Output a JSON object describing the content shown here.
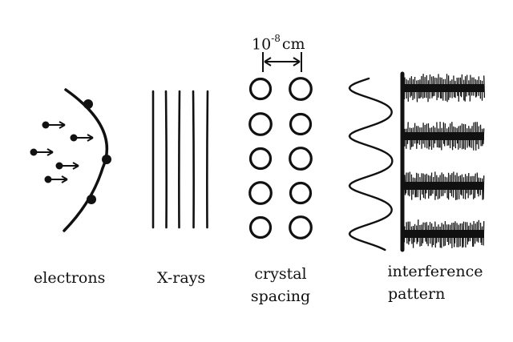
{
  "labels": {
    "electrons": "electrons",
    "xrays": "X-rays",
    "crystal_line1": "crystal",
    "crystal_line2": "spacing",
    "interference_line1": "interference",
    "interference_line2": "pattern",
    "spacing_base": "10",
    "spacing_exponent": "-8",
    "spacing_unit": "cm"
  },
  "colors": {
    "ink": "#111111",
    "background": "#ffffff"
  },
  "interference": {
    "bright_bands": 4
  }
}
